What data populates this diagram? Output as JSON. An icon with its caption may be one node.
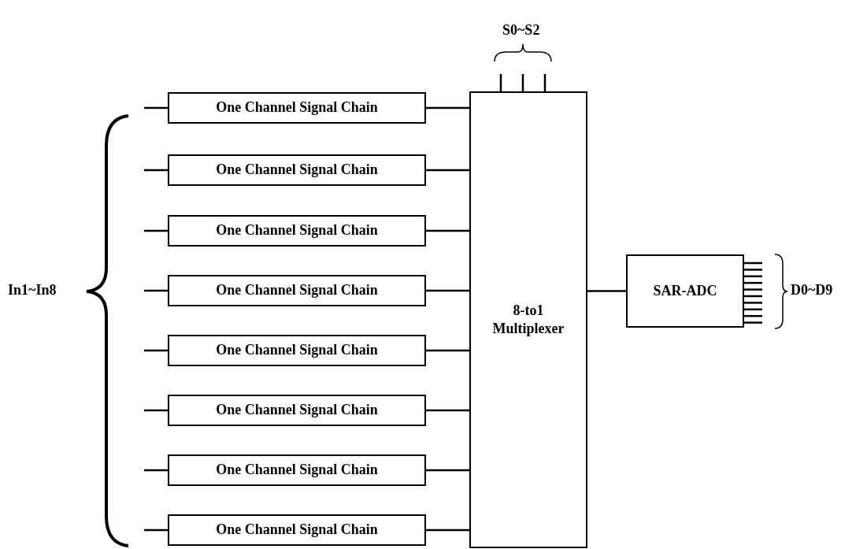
{
  "diagram": {
    "nodes": [
      {
        "text": [
          "One Channel Signal Chain"
        ]
      },
      {
        "text": [
          "One Channel Signal Chain"
        ]
      },
      {
        "text": [
          "One Channel Signal Chain"
        ]
      },
      {
        "text": [
          "One Channel Signal Chain"
        ]
      },
      {
        "text": [
          "One Channel Signal Chain"
        ]
      },
      {
        "text": [
          "One Channel Signal Chain"
        ]
      },
      {
        "text": [
          "One Channel Signal Chain"
        ]
      },
      {
        "text": [
          "One Channel Signal Chain"
        ]
      },
      {
        "text": [
          "8-to1 Multiplexer"
        ]
      },
      {
        "text": [
          "SAR-ADC"
        ]
      }
    ],
    "edges": [
      {
        "from": null,
        "to": 0,
        "arrow": "none"
      },
      {
        "from": null,
        "to": 1,
        "arrow": "none"
      },
      {
        "from": null,
        "to": 2,
        "arrow": "none"
      },
      {
        "from": null,
        "to": 3,
        "arrow": "none"
      },
      {
        "from": null,
        "to": 4,
        "arrow": "none"
      },
      {
        "from": null,
        "to": 5,
        "arrow": "none"
      },
      {
        "from": null,
        "to": 6,
        "arrow": "none"
      },
      {
        "from": null,
        "to": 7,
        "arrow": "none"
      },
      {
        "from": 0,
        "to": 8,
        "arrow": "none"
      },
      {
        "from": 1,
        "to": 8,
        "arrow": "none"
      },
      {
        "from": 2,
        "to": 8,
        "arrow": "none"
      },
      {
        "from": 3,
        "to": 8,
        "arrow": "none"
      },
      {
        "from": 4,
        "to": 8,
        "arrow": "none"
      },
      {
        "from": 5,
        "to": 8,
        "arrow": "none"
      },
      {
        "from": 6,
        "to": 8,
        "arrow": "none"
      },
      {
        "from": 7,
        "to": 8,
        "arrow": "none"
      },
      {
        "from": null,
        "to": 8,
        "arrow": "none"
      },
      {
        "from": null,
        "to": 8,
        "arrow": "none"
      },
      {
        "from": null,
        "to": 8,
        "arrow": "none"
      },
      {
        "from": 8,
        "to": 9,
        "arrow": "none"
      },
      {
        "from": 9,
        "to": null,
        "arrow": "none"
      },
      {
        "from": 9,
        "to": null,
        "arrow": "none"
      },
      {
        "from": 9,
        "to": null,
        "arrow": "none"
      },
      {
        "from": 9,
        "to": null,
        "arrow": "none"
      },
      {
        "from": 9,
        "to": null,
        "arrow": "none"
      },
      {
        "from": 9,
        "to": null,
        "arrow": "none"
      },
      {
        "from": 9,
        "to": null,
        "arrow": "none"
      },
      {
        "from": 9,
        "to": null,
        "arrow": "none"
      },
      {
        "from": 9,
        "to": null,
        "arrow": "none"
      },
      {
        "from": 9,
        "to": null,
        "arrow": "none"
      }
    ],
    "labels": [
      "S0~S2",
      "In1~In8",
      "D0~D9"
    ]
  }
}
